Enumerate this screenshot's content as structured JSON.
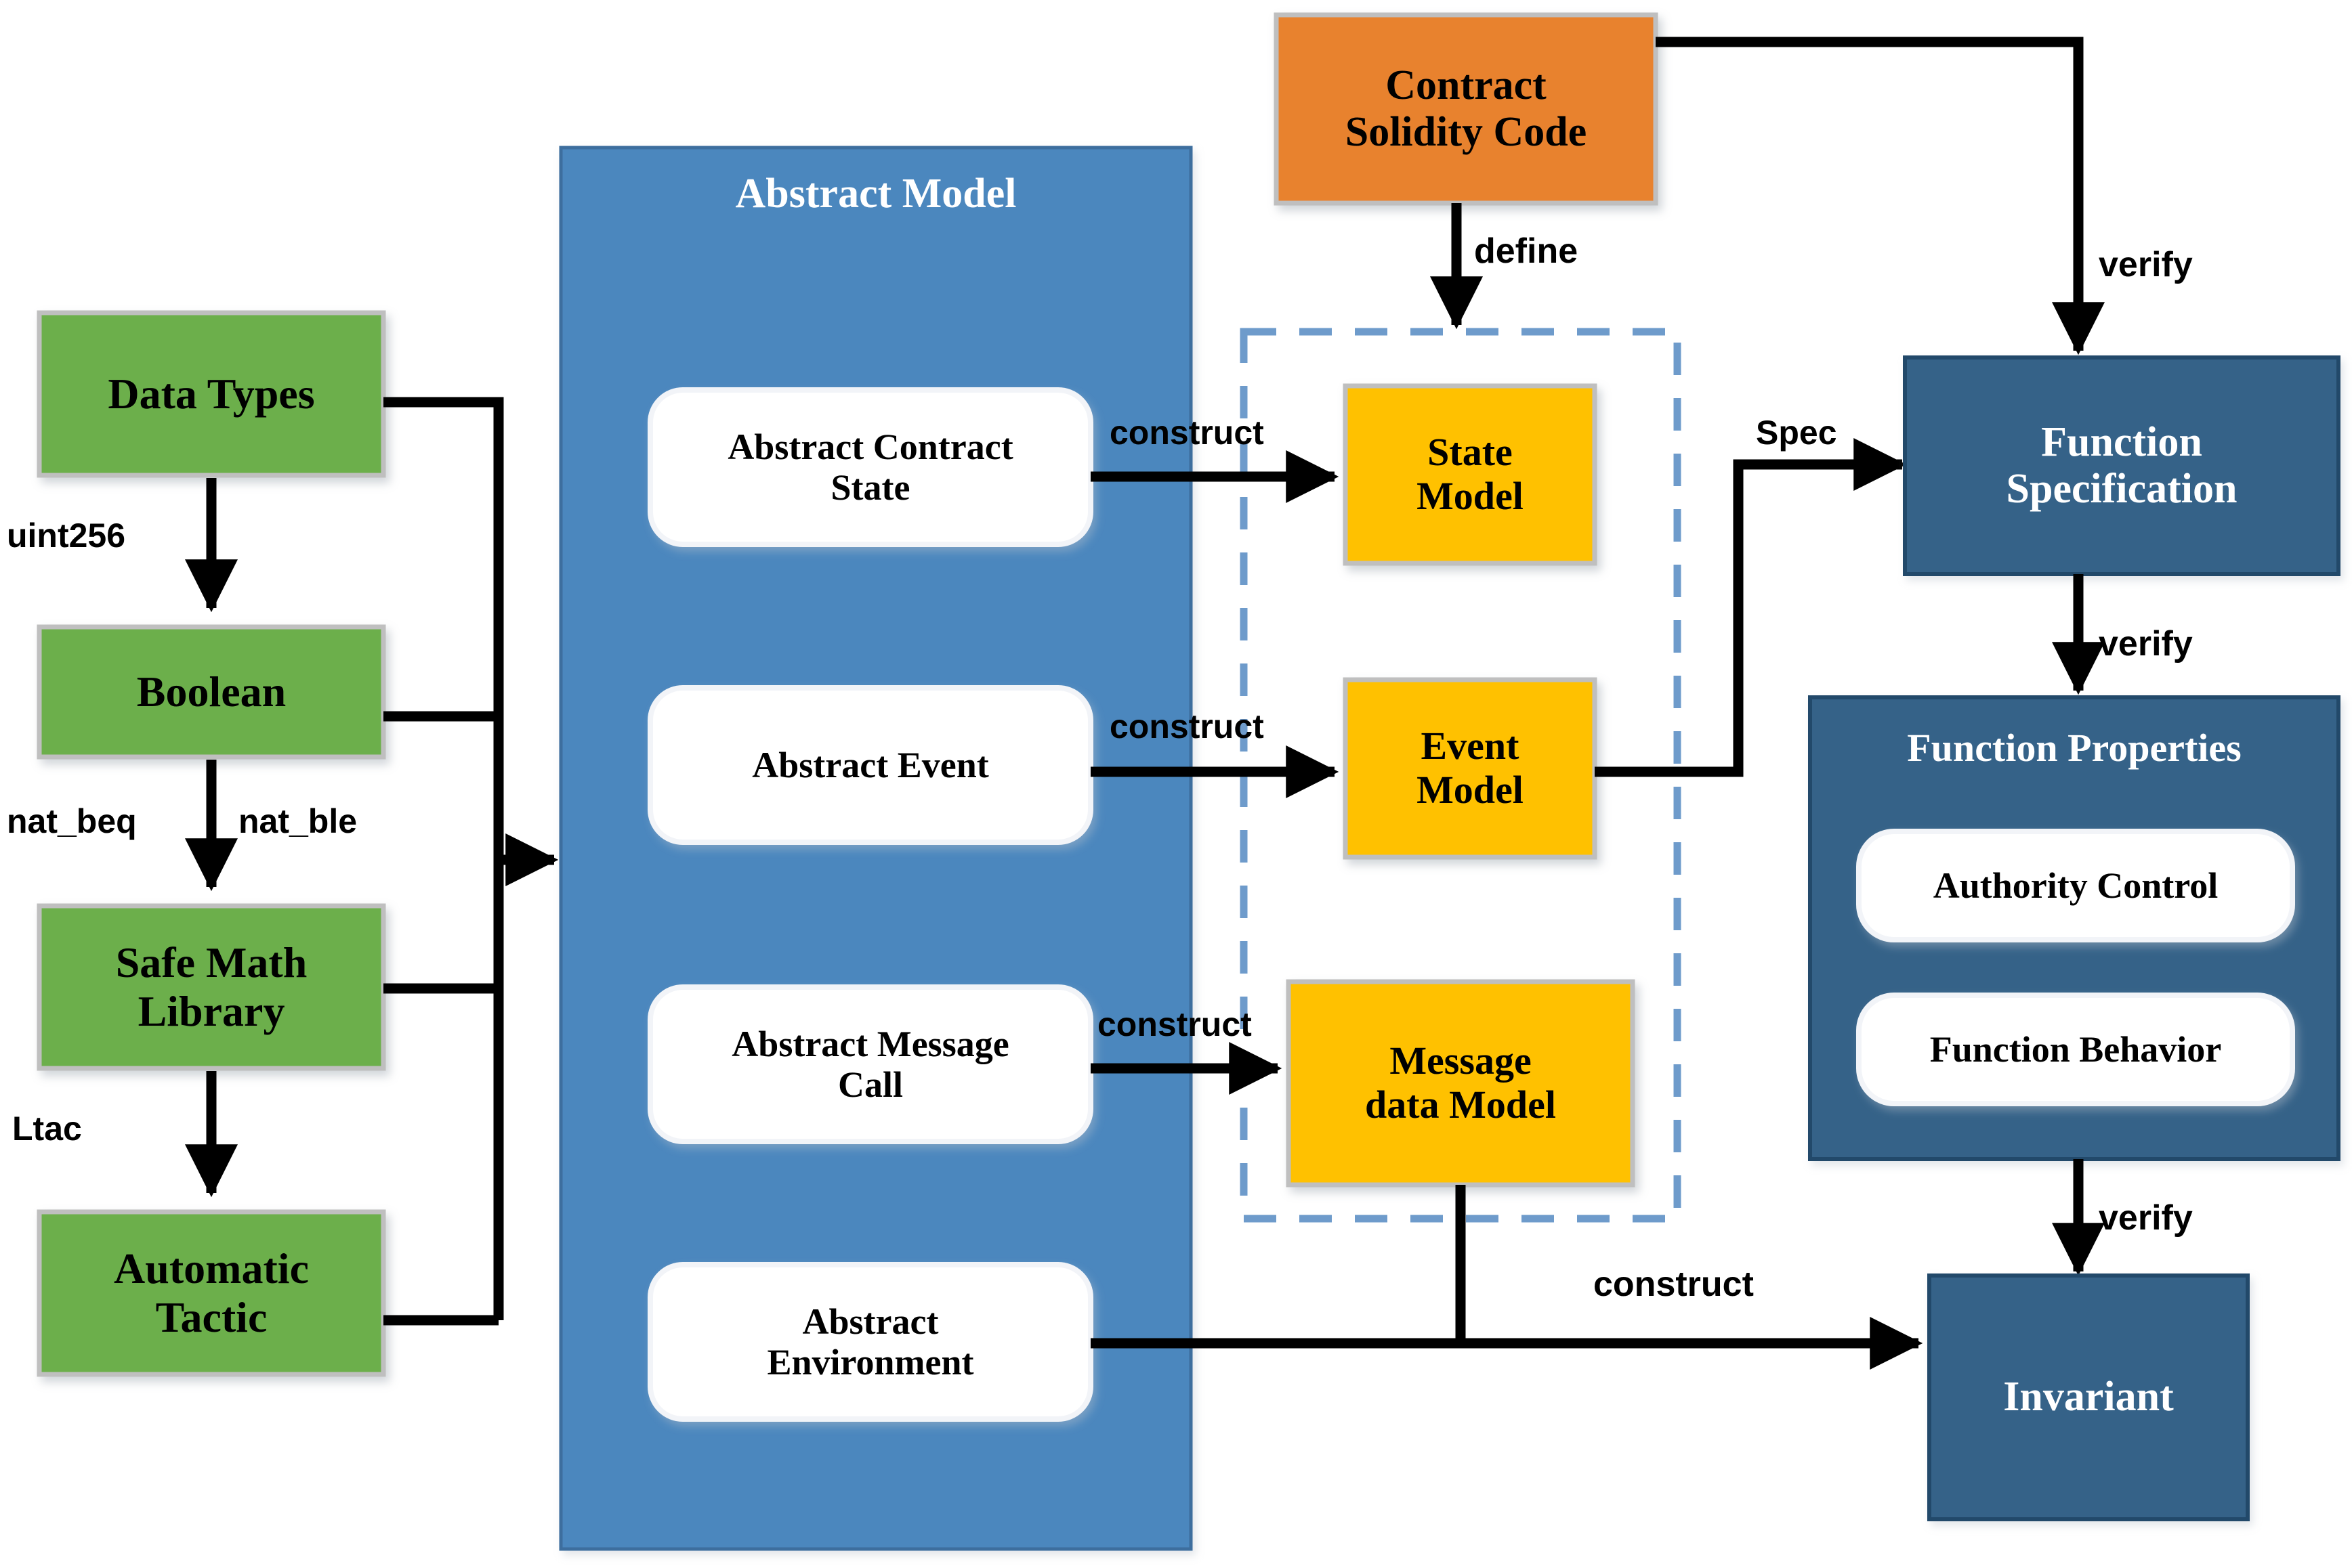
{
  "diagram": {
    "title": "Formal verification framework for smart contracts",
    "colors": {
      "green": "#6CAF4B",
      "orange": "#E8822F",
      "yellow": "#FFC100",
      "panel_blue": "#4C87BE",
      "dark_blue": "#366288",
      "dashed_blue": "#6E9BCB",
      "white": "#FFFFFF",
      "box_border_gray": "#BFBFBF",
      "arrow_black": "#000000"
    }
  },
  "left_column": {
    "nodes": [
      {
        "id": "data-types",
        "label": "Data Types"
      },
      {
        "id": "boolean",
        "label": "Boolean"
      },
      {
        "id": "safe-math",
        "label": "Safe Math\nLibrary"
      },
      {
        "id": "automatic-tactic",
        "label": "Automatic\nTactic"
      }
    ],
    "edge_labels": [
      {
        "id": "uint256",
        "text": "uint256"
      },
      {
        "id": "nat-beq",
        "text": "nat_beq"
      },
      {
        "id": "nat-ble",
        "text": "nat_ble"
      },
      {
        "id": "ltac",
        "text": "Ltac"
      }
    ]
  },
  "abstract_model": {
    "title": "Abstract Model",
    "items": [
      {
        "id": "abstract-contract-state",
        "label": "Abstract Contract\nState"
      },
      {
        "id": "abstract-event",
        "label": "Abstract Event"
      },
      {
        "id": "abstract-message-call",
        "label": "Abstract Message\nCall"
      },
      {
        "id": "abstract-environment",
        "label": "Abstract\nEnvironment"
      }
    ]
  },
  "source": {
    "contract_solidity_code": "Contract\nSolidity Code"
  },
  "models_group": {
    "items": [
      {
        "id": "state-model",
        "label": "State\nModel"
      },
      {
        "id": "event-model",
        "label": "Event\nModel"
      },
      {
        "id": "message-data-model",
        "label": "Message\ndata Model"
      }
    ]
  },
  "right_column": {
    "function_specification": "Function\nSpecification",
    "function_properties": {
      "title": "Function Properties",
      "items": [
        {
          "id": "authority-control",
          "label": "Authority Control"
        },
        {
          "id": "function-behavior",
          "label": "Function Behavior"
        }
      ]
    },
    "invariant": "Invariant"
  },
  "edge_labels": {
    "define": "define",
    "verify_top": "verify",
    "verify_mid": "verify",
    "verify_bottom": "verify",
    "spec": "Spec",
    "construct_state": "construct",
    "construct_event": "construct",
    "construct_message": "construct",
    "construct_invariant": "construct"
  }
}
